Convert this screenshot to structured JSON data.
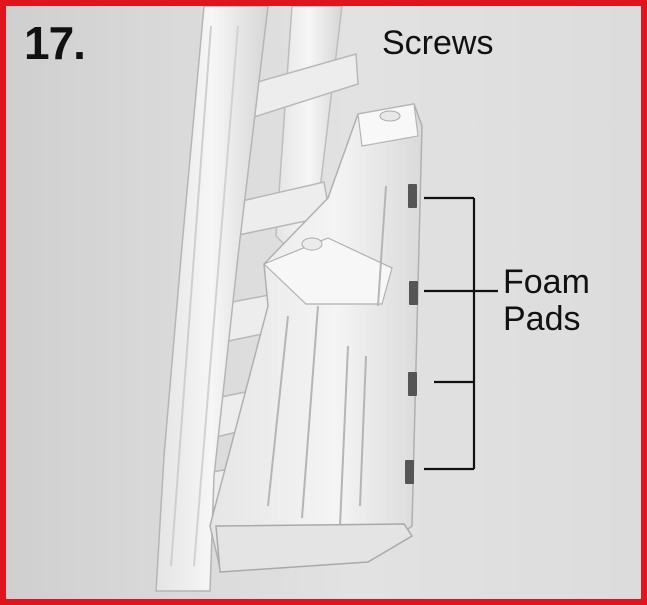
{
  "step": {
    "number": "17."
  },
  "callouts": {
    "screws": "Screws",
    "foam_line1": "Foam",
    "foam_line2": "Pads"
  },
  "colors": {
    "frame": "#e0141c",
    "text": "#111111",
    "background": "#d9d9d9",
    "plastic": "#f2f2f2",
    "pad": "#555555"
  }
}
